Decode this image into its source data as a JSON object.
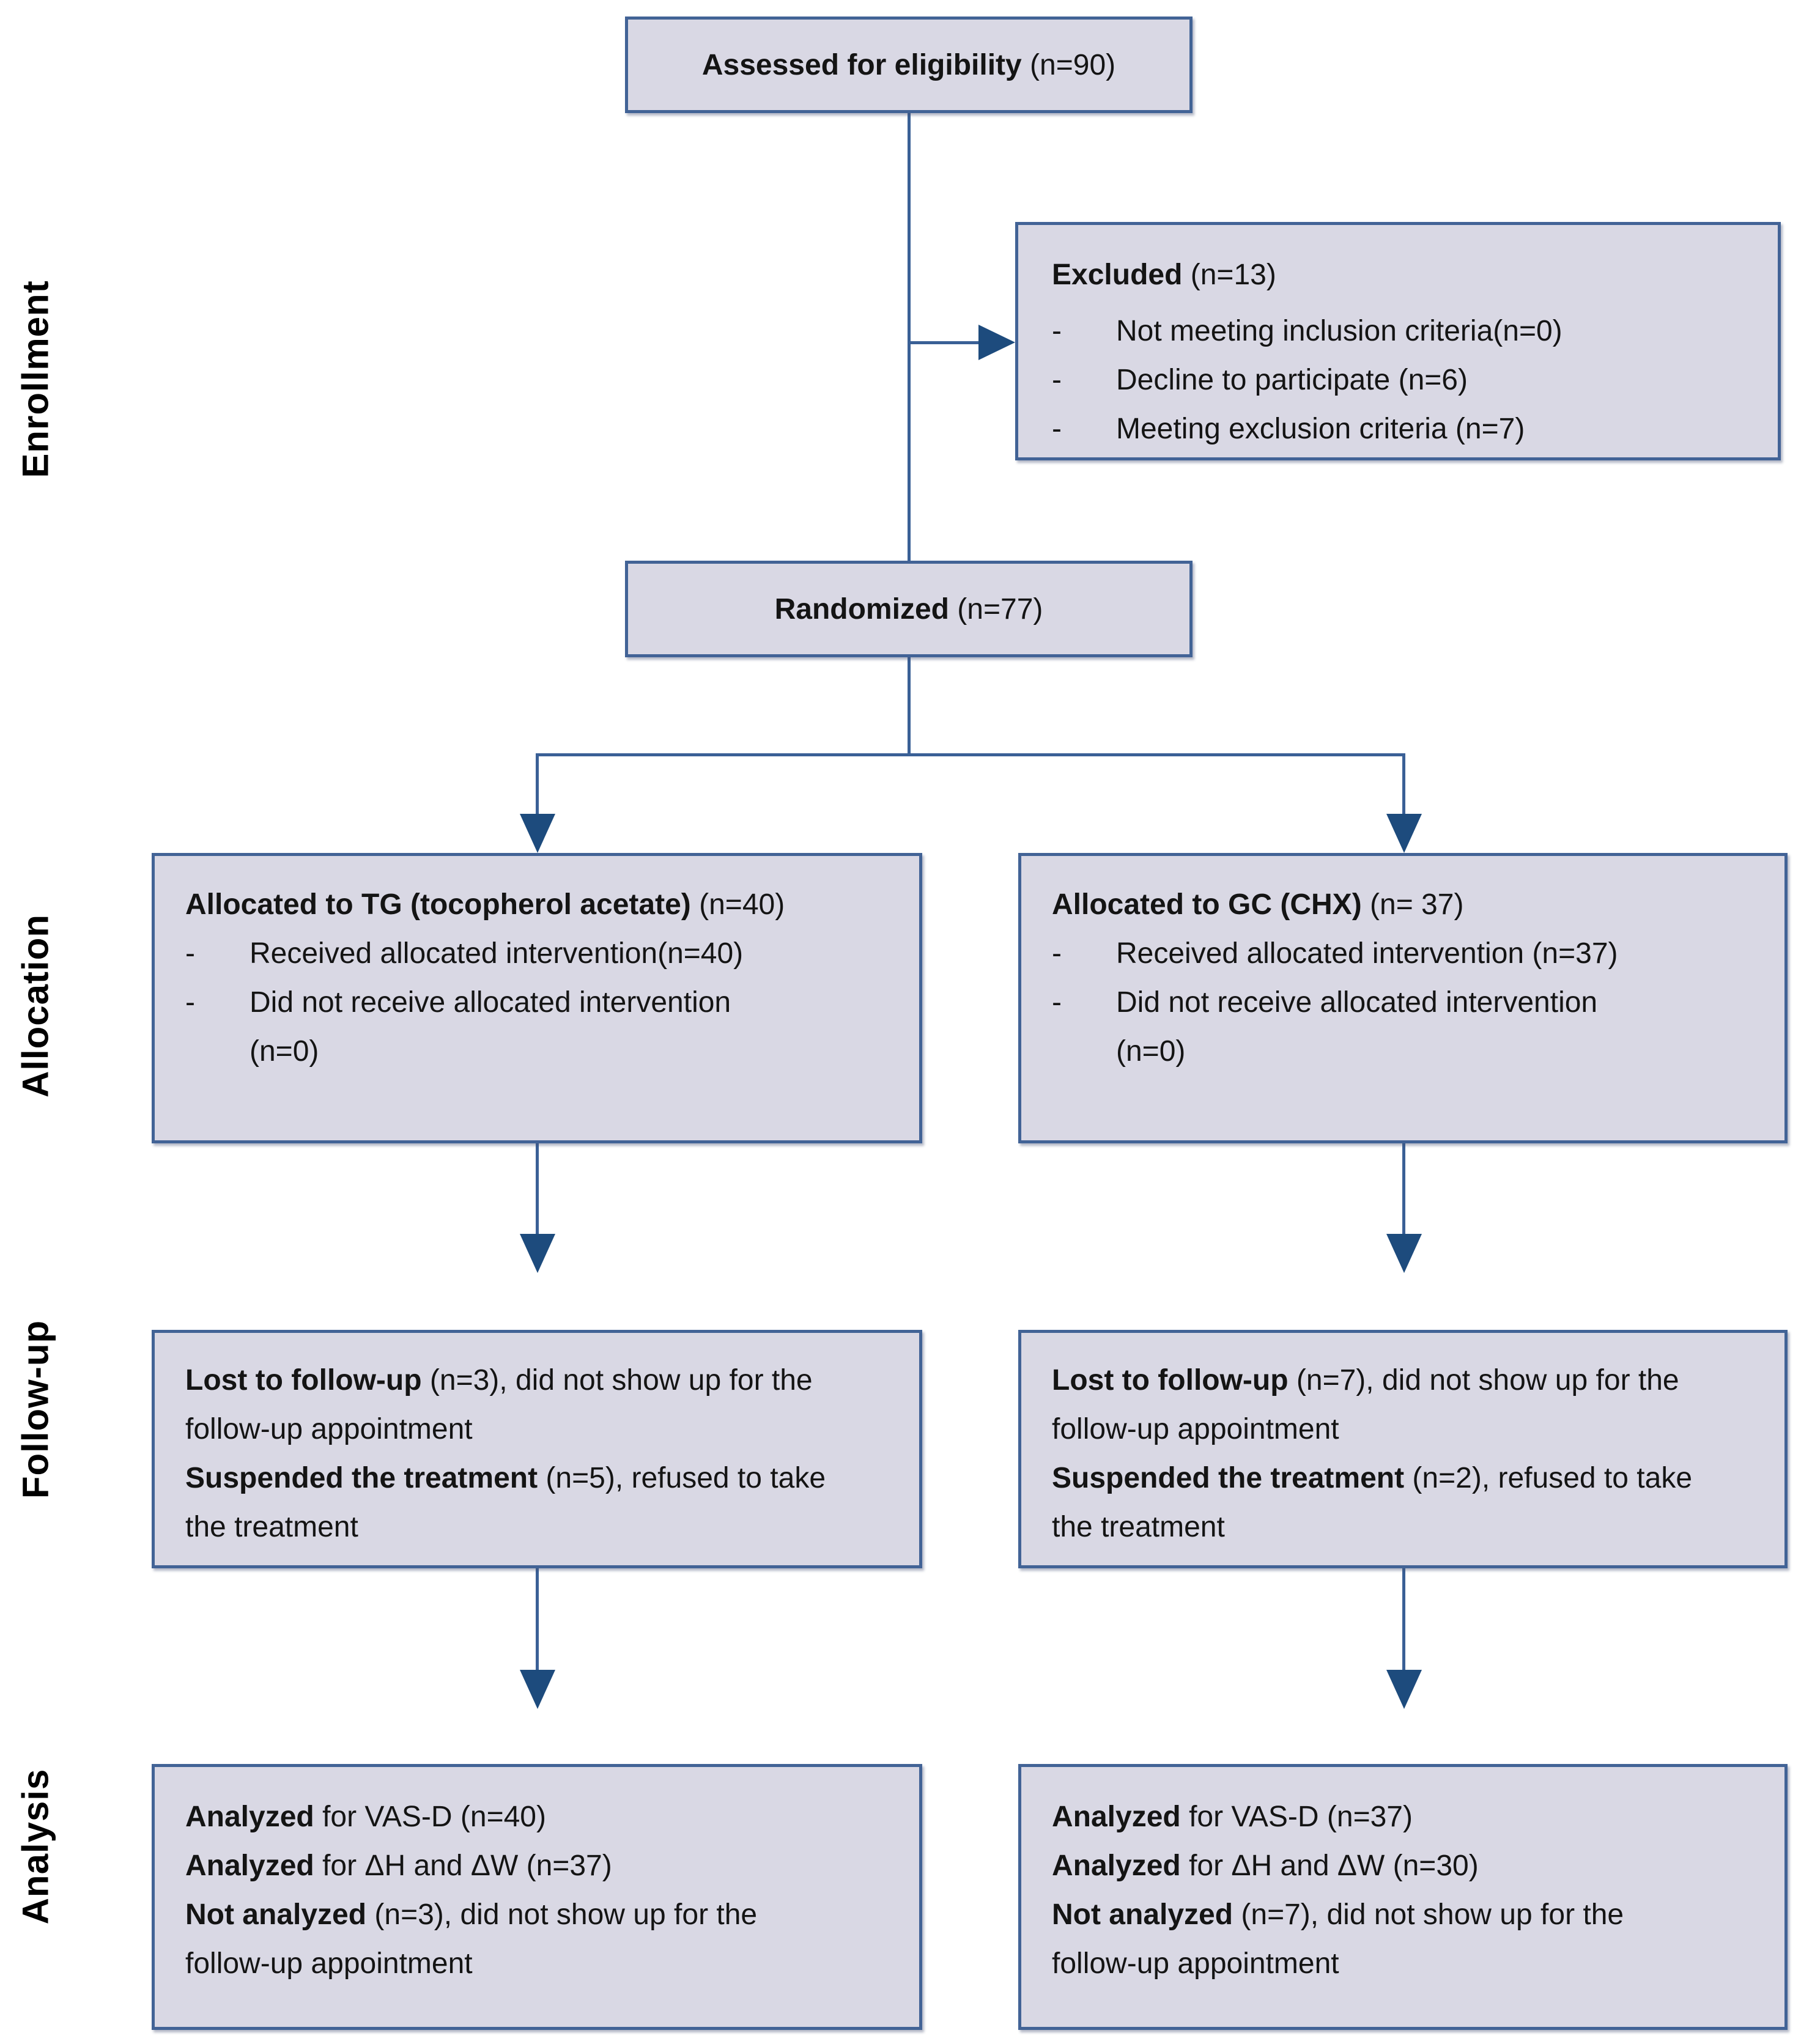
{
  "title": "CONSORT participant flow diagram",
  "bullet": "-",
  "colors": {
    "background": "#ffffff",
    "box_fill": "#d9d8e4",
    "box_border": "#426396",
    "connector_line": "#3a6096",
    "arrowhead": "#1d4b7d",
    "text": "#141414",
    "stage_label_text": "#000000"
  },
  "stage_labels": {
    "enrollment": "Enrollment",
    "allocation": "Allocation",
    "followup": "Follow-up",
    "analysis": "Analysis"
  },
  "boxes": {
    "assessed": {
      "lead": "Assessed for eligibility",
      "rest": " (n=90)"
    },
    "excluded": {
      "lead": "Excluded",
      "rest": " (n=13)",
      "item1": "Not meeting inclusion criteria(n=0)",
      "item2": "Decline to participate (n=6)",
      "item3": "Meeting exclusion criteria (n=7)"
    },
    "randomized": {
      "lead": "Randomized",
      "rest": " (n=77)"
    },
    "alloc_left": {
      "lead": "Allocated to TG (tocopherol acetate)",
      "rest": " (n=40)",
      "item1": "Received allocated intervention(n=40)",
      "item2_line1": "Did not receive allocated intervention",
      "item2_line2": "(n=0)"
    },
    "alloc_right": {
      "lead": "Allocated to GC (CHX)",
      "rest": " (n= 37)",
      "item1": "Received allocated intervention (n=37)",
      "item2_line1": "Did not receive allocated intervention",
      "item2_line2": "(n=0)"
    },
    "followup_left": {
      "line1_lead": "Lost to follow-up",
      "line1_rest": " (n=3), did not show up for the",
      "line2": "follow-up appointment",
      "line3_lead": "Suspended the treatment",
      "line3_rest": " (n=5), refused to take",
      "line4": "the treatment"
    },
    "followup_right": {
      "line1_lead": "Lost to follow-up",
      "line1_rest": " (n=7), did not show up for the",
      "line2": "follow-up appointment",
      "line3_lead": "Suspended the treatment",
      "line3_rest": " (n=2), refused to take",
      "line4": "the treatment"
    },
    "analysis_left": {
      "line1_lead": "Analyzed",
      "line1_rest": " for VAS-D (n=40)",
      "line2_lead": "Analyzed",
      "line2_rest": " for ΔH and ΔW (n=37)",
      "line3_lead": "Not analyzed",
      "line3_rest": " (n=3), did not show up for the",
      "line4": "follow-up appointment"
    },
    "analysis_right": {
      "line1_lead": "Analyzed",
      "line1_rest": " for VAS-D (n=37)",
      "line2_lead": "Analyzed",
      "line2_rest": " for ΔH and ΔW (n=30)",
      "line3_lead": "Not analyzed",
      "line3_rest": " (n=7), did not show up for the",
      "line4": "follow-up appointment"
    }
  }
}
